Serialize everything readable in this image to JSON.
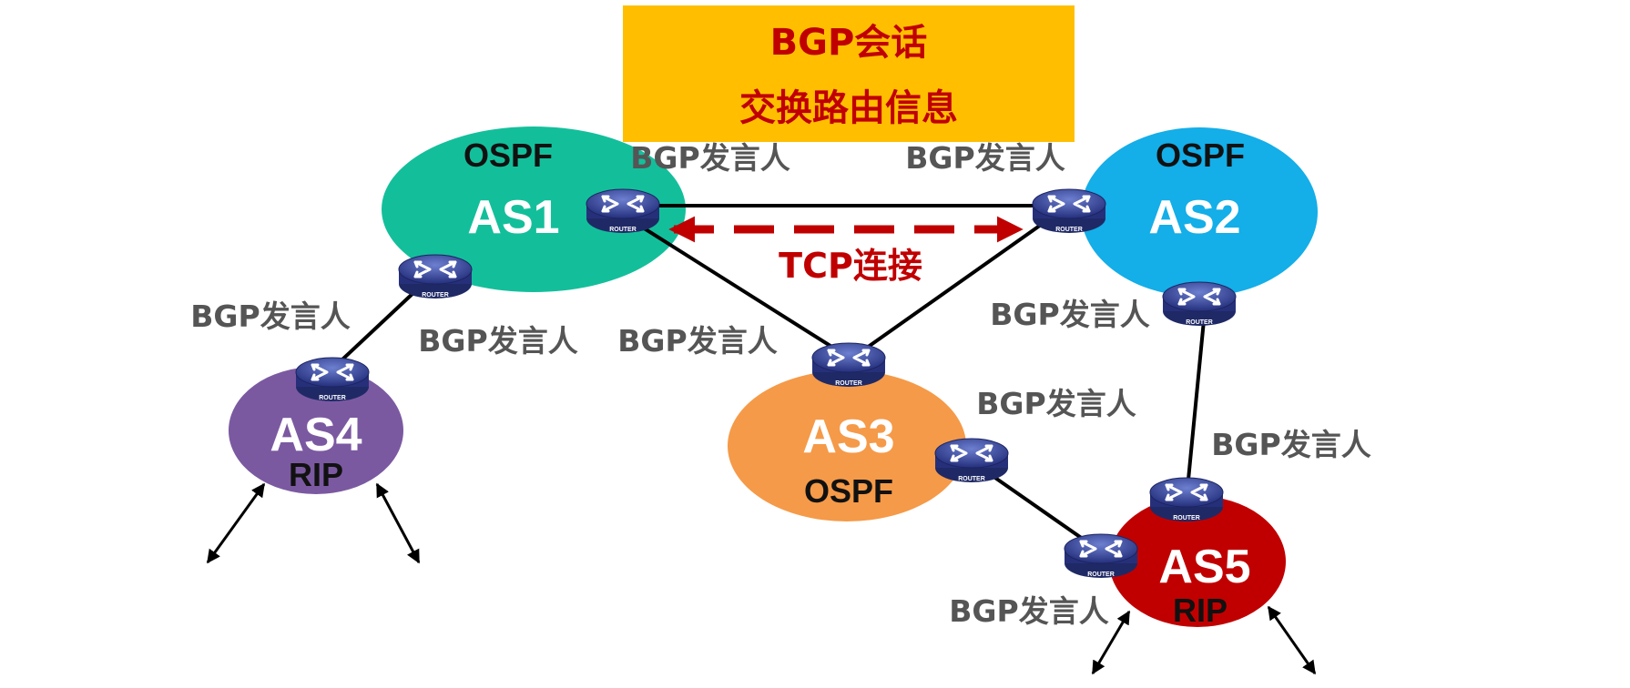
{
  "banner": {
    "line1": "BGP会话",
    "line2": "交换路由信息",
    "color": "#ffbf00"
  },
  "tcp_label": "TCP连接",
  "speaker_label": "BGP发言人",
  "router_label": "ROUTER",
  "as": {
    "as1": {
      "name": "AS1",
      "protocol": "OSPF",
      "color": "#13bf9b"
    },
    "as2": {
      "name": "AS2",
      "protocol": "OSPF",
      "color": "#14aee8"
    },
    "as3": {
      "name": "AS3",
      "protocol": "OSPF",
      "color": "#f59a48"
    },
    "as4": {
      "name": "AS4",
      "protocol": "RIP",
      "color": "#7b59a1"
    },
    "as5": {
      "name": "AS5",
      "protocol": "RIP",
      "color": "#c00000"
    }
  },
  "colors": {
    "link": "#000000",
    "tcp_arrow": "#c00000",
    "router": "#3a4a9c"
  }
}
